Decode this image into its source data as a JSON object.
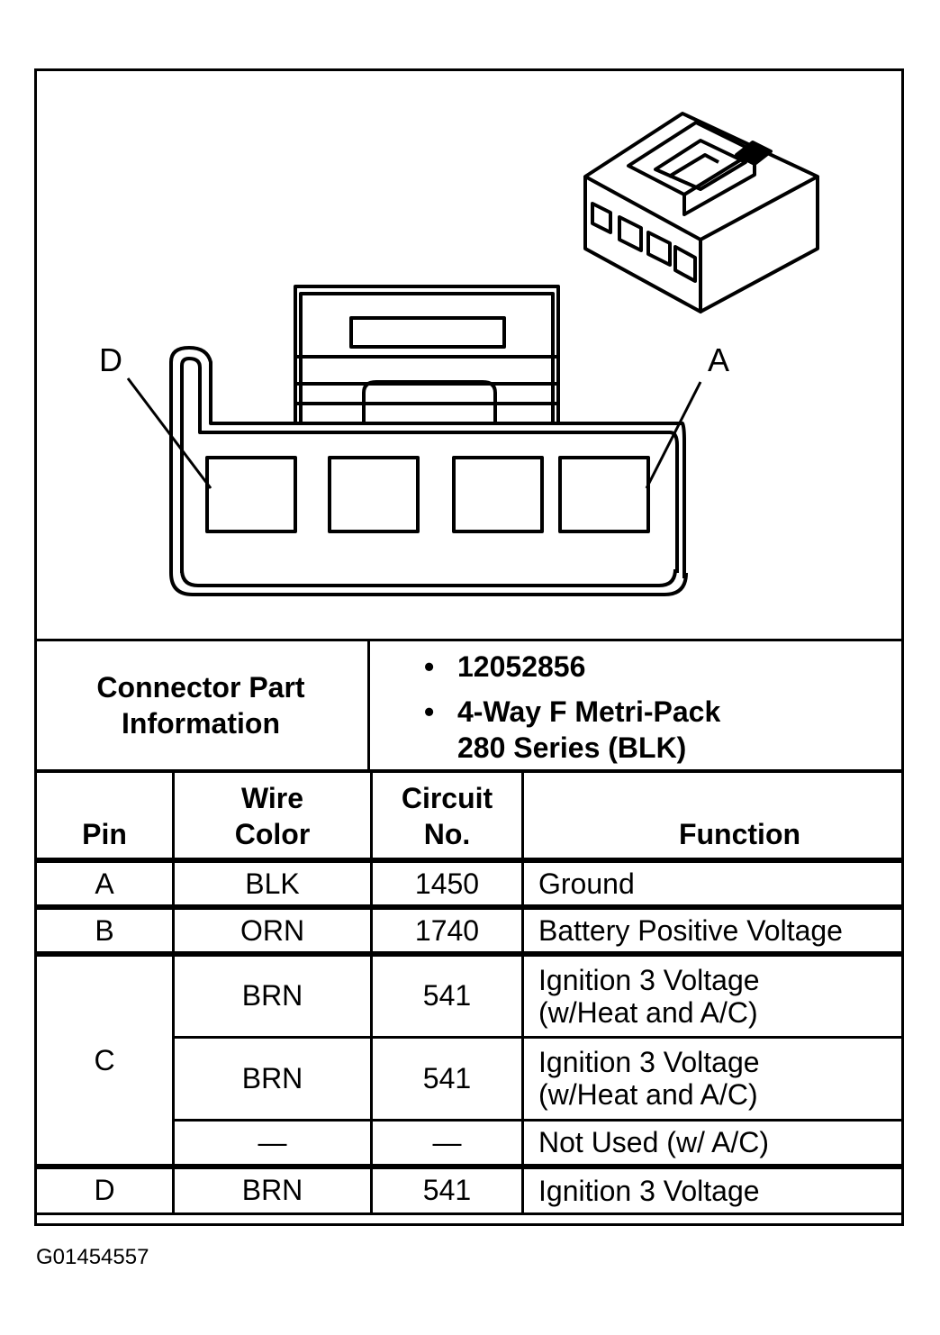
{
  "diagram": {
    "pin_labels": {
      "left": "D",
      "right": "A"
    }
  },
  "connector_info": {
    "label_line1": "Connector Part",
    "label_line2": "Information",
    "bullets": [
      "12052856",
      "4-Way F Metri-Pack",
      "280 Series (BLK)"
    ],
    "bullet_symbol": "•"
  },
  "table": {
    "headers": {
      "pin": "Pin",
      "wire_color_line1": "Wire",
      "wire_color_line2": "Color",
      "circuit_line1": "Circuit",
      "circuit_line2": "No.",
      "function": "Function"
    },
    "rows": [
      {
        "pin": "A",
        "wire": "BLK",
        "circuit": "1450",
        "function_line1": "Ground",
        "function_line2": ""
      },
      {
        "pin": "B",
        "wire": "ORN",
        "circuit": "1740",
        "function_line1": "Battery Positive Voltage",
        "function_line2": ""
      },
      {
        "pin": "C",
        "wire": "BRN",
        "circuit": "541",
        "function_line1": "Ignition 3 Voltage",
        "function_line2": "(w/Heat and A/C)"
      },
      {
        "pin": "",
        "wire": "BRN",
        "circuit": "541",
        "function_line1": "Ignition 3 Voltage",
        "function_line2": "(w/Heat and A/C)"
      },
      {
        "pin": "",
        "wire": "—",
        "circuit": "—",
        "function_line1": "Not Used (w/ A/C)",
        "function_line2": ""
      },
      {
        "pin": "D",
        "wire": "BRN",
        "circuit": "541",
        "function_line1": "Ignition 3 Voltage",
        "function_line2": ""
      }
    ]
  },
  "figure_id": "G01454557"
}
